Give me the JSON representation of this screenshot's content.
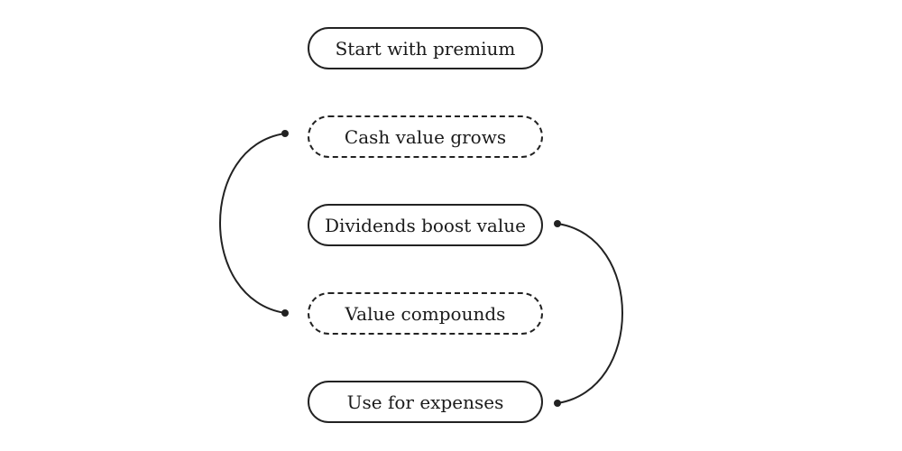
{
  "diagram": {
    "nodes": [
      {
        "label": "Start with premium",
        "style": "solid"
      },
      {
        "label": "Cash value grows",
        "style": "dashed"
      },
      {
        "label": "Dividends boost value",
        "style": "solid"
      },
      {
        "label": "Value compounds",
        "style": "dashed"
      },
      {
        "label": "Use for expenses",
        "style": "solid"
      }
    ],
    "connections": [
      {
        "from": "Cash value grows",
        "to": "Value compounds",
        "side": "left"
      },
      {
        "from": "Dividends boost value",
        "to": "Use for expenses",
        "side": "right"
      }
    ],
    "colors": {
      "stroke": "#222222",
      "text": "#1a1a1a",
      "background": "#ffffff"
    }
  }
}
